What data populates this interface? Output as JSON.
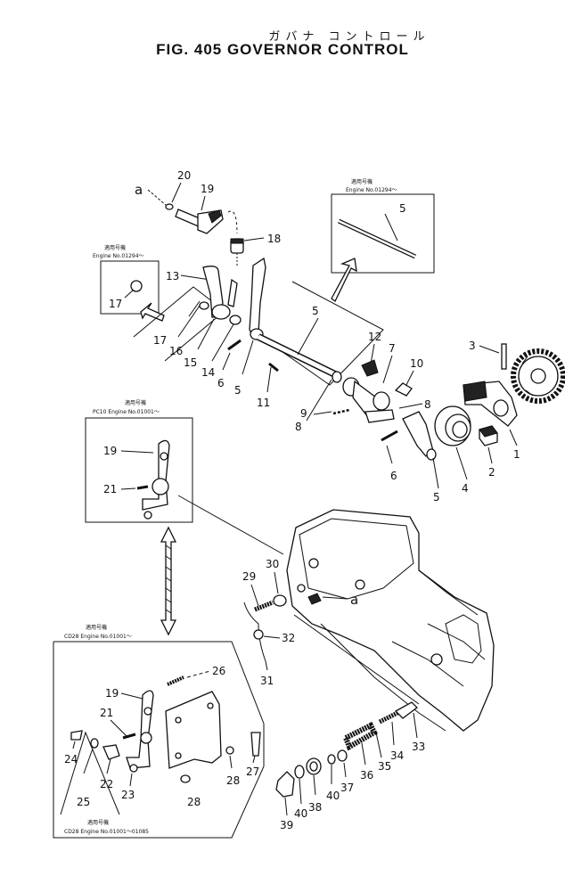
{
  "title_jp": "ガバナ コントロール",
  "title_en": "FIG. 405  GOVERNOR CONTROL",
  "ref_a": "a",
  "box_labels": {
    "top_right_1": "適用号機",
    "top_right_2": "Engine No.01294～",
    "left_small_1": "適用号機",
    "left_small_2": "Engine No.01294～",
    "pc10_1": "適用号機",
    "pc10_2": "PC10 Engine No.01001～",
    "cd28_1": "適用号機",
    "cd28_2": "CD28 Engine No.01001～",
    "cd28b_1": "適用号機",
    "cd28b_2": "CD28 Engine No.01001～01085"
  },
  "callouts": [
    "1",
    "2",
    "3",
    "4",
    "5",
    "6",
    "7",
    "8",
    "9",
    "10",
    "11",
    "12",
    "13",
    "14",
    "15",
    "16",
    "17",
    "18",
    "19",
    "20",
    "21",
    "22",
    "23",
    "24",
    "25",
    "26",
    "27",
    "28",
    "29",
    "30",
    "31",
    "32",
    "33",
    "34",
    "35",
    "36",
    "37",
    "38",
    "39",
    "40"
  ]
}
